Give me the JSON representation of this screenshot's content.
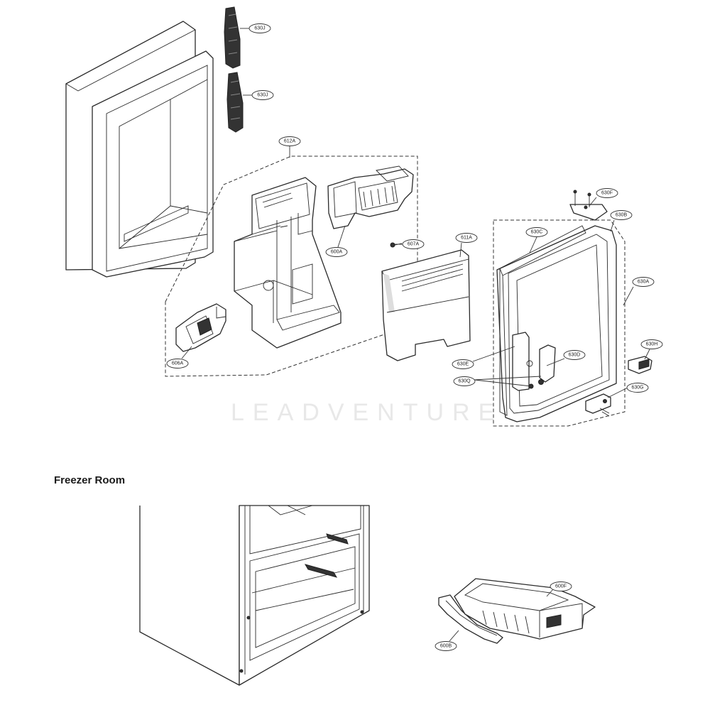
{
  "sections": {
    "freezer_title": "Freezer Room"
  },
  "watermark": {
    "text": "LEADVENTURE"
  },
  "callouts": {
    "c630J_top": "630J",
    "c630J_bottom": "630J",
    "c612A": "612A",
    "c600A": "600A",
    "c607A": "607A",
    "c606A": "606A",
    "c611A": "611A",
    "c630C": "630C",
    "c630F": "630F",
    "c630B": "630B",
    "c630A": "630A",
    "c630H": "630H",
    "c630E": "630E",
    "c630D": "630D",
    "c630Q": "630Q",
    "c630G": "630G",
    "c600F": "600F",
    "c600B": "600B"
  }
}
